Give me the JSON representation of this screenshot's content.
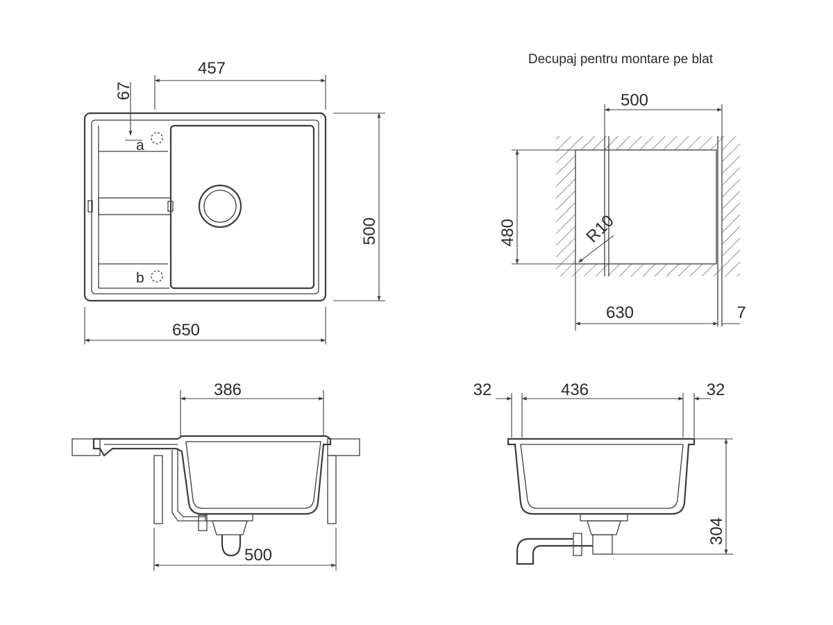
{
  "title": "Decupaj pentru montare pe blat",
  "top_view": {
    "dim_width_total": "650",
    "dim_bowl_width": "457",
    "dim_depth": "500",
    "dim_edge_offset": "67",
    "label_a": "a",
    "label_b": "b"
  },
  "cutout": {
    "dim_width": "500",
    "dim_depth": "480",
    "dim_radius": "R10",
    "dim_overall": "630",
    "dim_offset": "7"
  },
  "side_view": {
    "dim_bowl": "386",
    "dim_depth": "500"
  },
  "front_view": {
    "dim_left_rim": "32",
    "dim_bowl": "436",
    "dim_right_rim": "32",
    "dim_height": "304"
  },
  "colors": {
    "line": "#3c3c3c",
    "text": "#2a2a2a",
    "background": "#ffffff"
  }
}
